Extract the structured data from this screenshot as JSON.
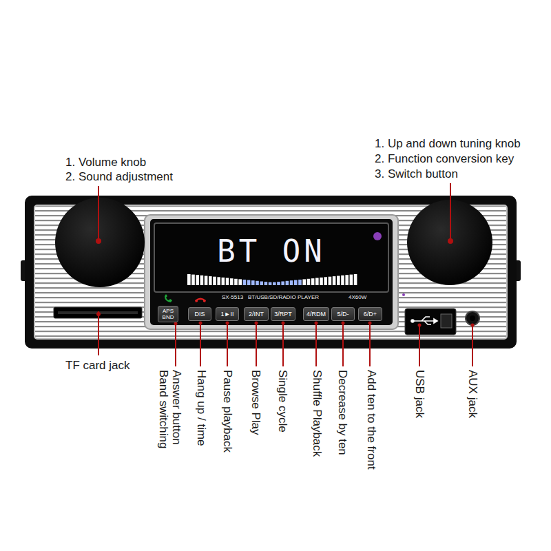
{
  "diagram": {
    "nodes": [
      {
        "text": [
          "BT ON"
        ]
      },
      {
        "text": [
          "APS BND"
        ]
      },
      {
        "text": [
          "DIS"
        ]
      },
      {
        "text": [
          "1►II"
        ]
      },
      {
        "text": [
          "2/INT"
        ]
      },
      {
        "text": [
          "3/RPT"
        ]
      },
      {
        "text": [
          "4/RDM"
        ]
      },
      {
        "text": [
          "5/D-"
        ]
      },
      {
        "text": [
          "6/D+"
        ]
      }
    ],
    "labels": [
      "1. Volume knob",
      "2. Sound adjustment",
      "1. Up and down tuning knob",
      "2. Function conversion key",
      "3. Switch button",
      "SX-5513",
      "BT/USB/SD/RADIO PLAYER",
      "4X60W",
      "TF card jack",
      "Answer button",
      "Band switching",
      "Hang up / time",
      "Pause playback",
      "Browse Play",
      "Single cycle",
      "Shuffle Playback",
      "Decrease by ten",
      "Add ten to the front",
      "USB jack",
      "AUX jack"
    ]
  }
}
